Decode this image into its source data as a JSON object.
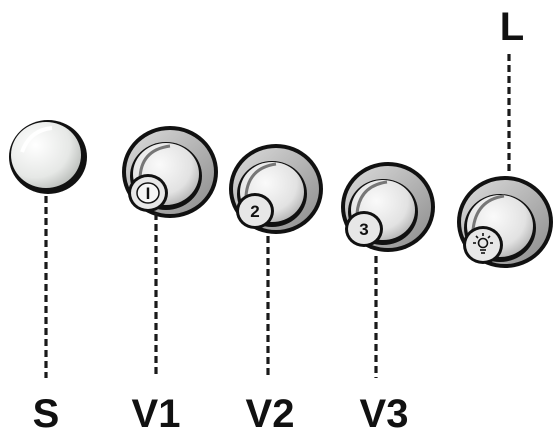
{
  "labels": {
    "indicator": "S",
    "button_1": "V1",
    "button_2": "V2",
    "button_3": "V3",
    "light_button": "L"
  },
  "button_faces": {
    "button_1": "I",
    "button_2": "2",
    "button_3": "3"
  },
  "icons": {
    "indicator": "indicator-lamp-icon",
    "light_button": "light-bulb-icon"
  },
  "colors": {
    "line": "#111111",
    "indicator_fill": "#eef0ee",
    "button_fill": "#e9e9e9",
    "background": "#ffffff"
  }
}
